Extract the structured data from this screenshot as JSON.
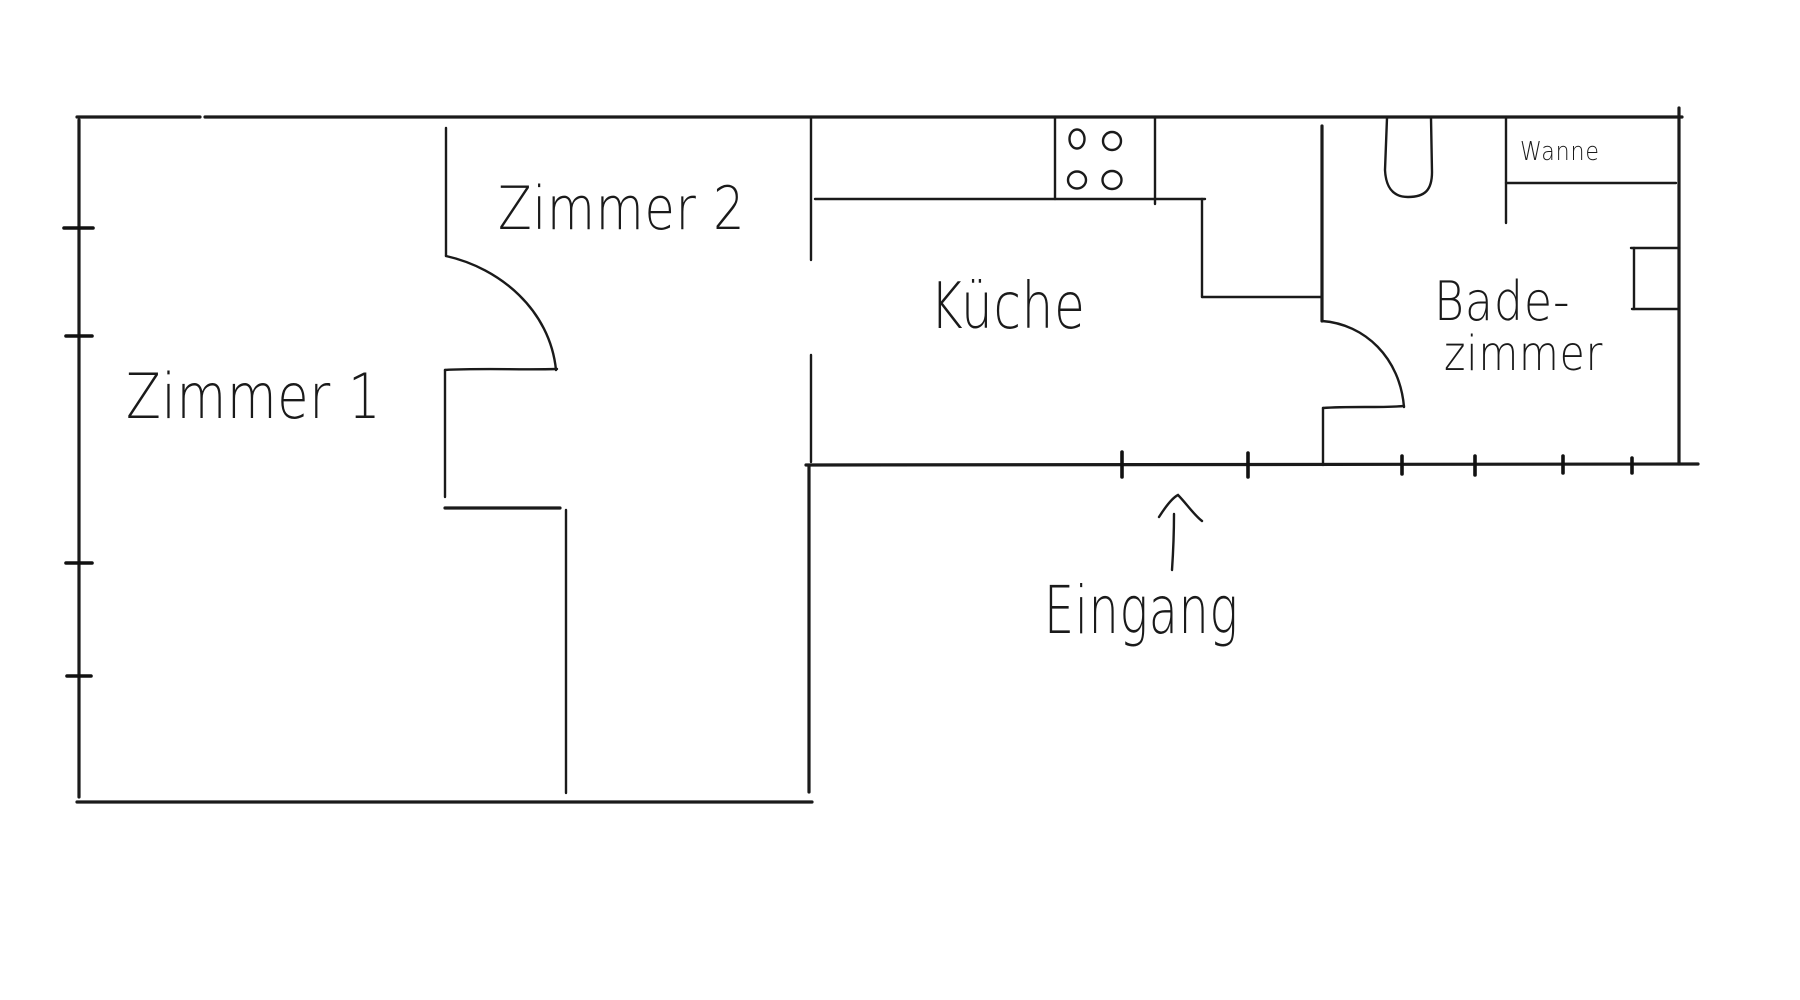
{
  "plan": {
    "rooms": {
      "zimmer1": {
        "label": "Zimmer 1"
      },
      "zimmer2": {
        "label": "Zimmer 2"
      },
      "kueche": {
        "label": "Küche"
      },
      "badezimmer": {
        "label_line1": "Bade-",
        "label_line2": "zimmer"
      }
    },
    "fixtures": {
      "bathtub": {
        "label": "Wanne"
      },
      "stove": {
        "burners": 4
      },
      "toilet": {},
      "window": {}
    },
    "entrance": {
      "label": "Eingang",
      "arrow": "up-arrow"
    },
    "colors": {
      "line": "#1a1a1a",
      "background": "#ffffff"
    }
  }
}
